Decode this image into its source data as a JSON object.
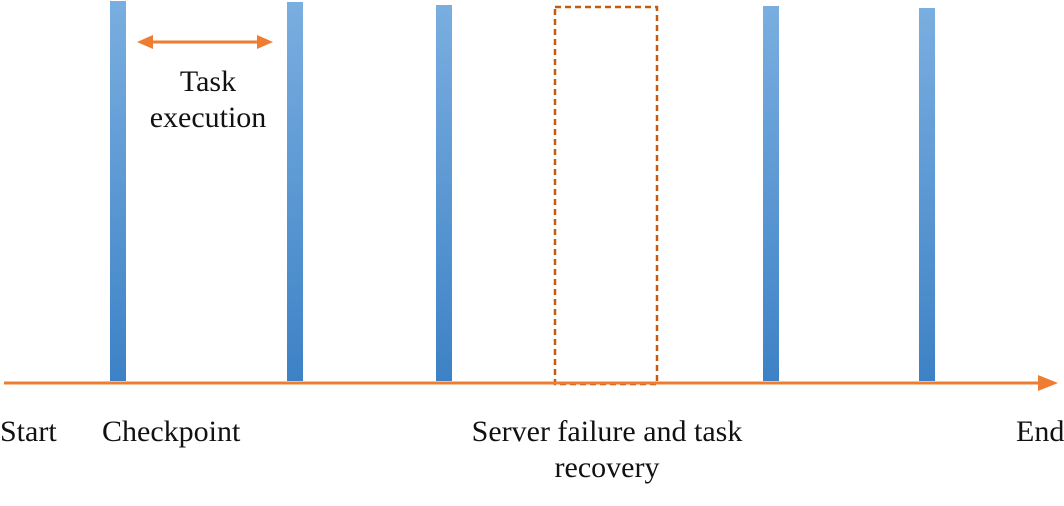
{
  "labels": {
    "start": "Start",
    "end": "End",
    "checkpoint": "Checkpoint",
    "task_execution": "Task execution",
    "failure": "Server failure and task recovery"
  },
  "checkpoints": [
    {
      "name": "checkpoint-1"
    },
    {
      "name": "checkpoint-2"
    },
    {
      "name": "checkpoint-3"
    },
    {
      "name": "checkpoint-4"
    },
    {
      "name": "checkpoint-5"
    }
  ],
  "colors": {
    "bar_top": "#7aaee0",
    "bar_bottom": "#3d82c6",
    "timeline": "#ee7d31",
    "interval_arrow": "#ee7d31",
    "failure_box": "#c55a11",
    "text": "#111111"
  }
}
